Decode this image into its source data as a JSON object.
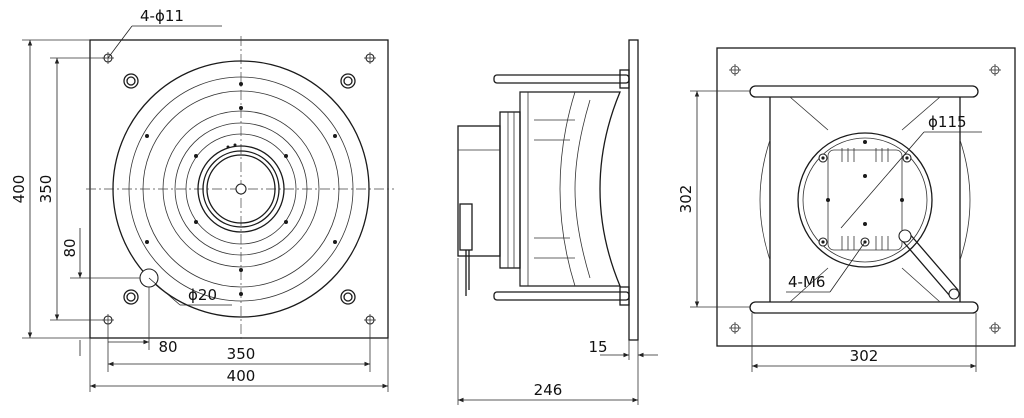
{
  "front_view": {
    "holes_label": "4-ϕ11",
    "hole_label": "ϕ20",
    "overall_height": "400",
    "hole_spacing_vertical": "350",
    "offset_vertical": "80",
    "offset_horizontal": "80",
    "hole_spacing_horizontal": "350",
    "overall_width": "400"
  },
  "side_view": {
    "flange_thickness": "15",
    "overall_depth": "246"
  },
  "rear_view": {
    "diameter_label": "ϕ115",
    "thread_label": "4-M6",
    "rail_spacing_vertical": "302",
    "rail_spacing_horizontal": "302"
  }
}
